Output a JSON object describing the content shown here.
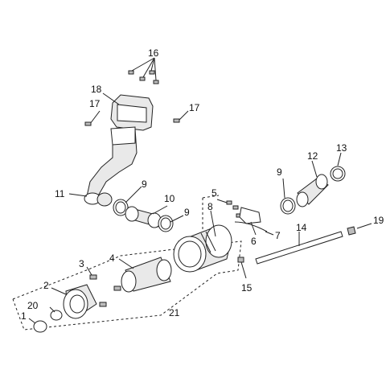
{
  "callouts": [
    {
      "id": "c1",
      "text": "1"
    },
    {
      "id": "c2",
      "text": "2"
    },
    {
      "id": "c3",
      "text": "3"
    },
    {
      "id": "c4",
      "text": "4"
    },
    {
      "id": "c5",
      "text": "5"
    },
    {
      "id": "c6",
      "text": "6"
    },
    {
      "id": "c7",
      "text": "7"
    },
    {
      "id": "c8",
      "text": "8"
    },
    {
      "id": "c9a",
      "text": "9"
    },
    {
      "id": "c9b",
      "text": "9"
    },
    {
      "id": "c9c",
      "text": "9"
    },
    {
      "id": "c10",
      "text": "10"
    },
    {
      "id": "c11",
      "text": "11"
    },
    {
      "id": "c12",
      "text": "12"
    },
    {
      "id": "c13",
      "text": "13"
    },
    {
      "id": "c14",
      "text": "14"
    },
    {
      "id": "c15",
      "text": "15"
    },
    {
      "id": "c16",
      "text": "16"
    },
    {
      "id": "c17a",
      "text": "17"
    },
    {
      "id": "c17b",
      "text": "17"
    },
    {
      "id": "c18",
      "text": "18"
    },
    {
      "id": "c19",
      "text": "19"
    },
    {
      "id": "c20",
      "text": "20"
    },
    {
      "id": "c21",
      "text": "21"
    }
  ]
}
